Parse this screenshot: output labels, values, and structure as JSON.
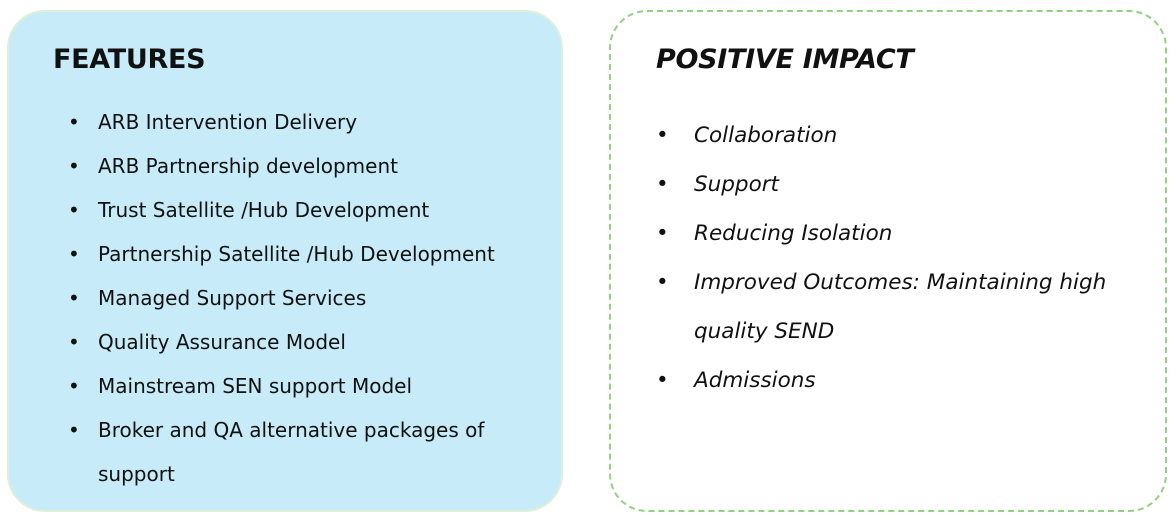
{
  "features": {
    "title": "FEATURES",
    "items": [
      {
        "bullet": "•",
        "text": "ARB Intervention Delivery"
      },
      {
        "bullet": "•",
        "text": "ARB Partnership development"
      },
      {
        "bullet": "•",
        "text": "Trust Satellite /Hub Development"
      },
      {
        "bullet": "•",
        "text": "Partnership Satellite /Hub Development"
      },
      {
        "bullet": "•",
        "text": "Managed Support Services"
      },
      {
        "bullet": "•",
        "text": "Quality Assurance Model"
      },
      {
        "bullet": "•",
        "text": "Mainstream SEN support Model"
      },
      {
        "bullet": "•",
        "text": "Broker and QA alternative packages of support"
      }
    ]
  },
  "positive_impact": {
    "title": "POSITIVE IMPACT",
    "items": [
      {
        "bullet": "•",
        "text": "Collaboration"
      },
      {
        "bullet": "•",
        "text": "Support"
      },
      {
        "bullet": "•",
        "text": "Reducing Isolation"
      },
      {
        "bullet": "•",
        "text": "Improved Outcomes: Maintaining high quality SEND"
      },
      {
        "bullet": "•",
        "text": "Admissions"
      }
    ]
  },
  "colors": {
    "features_fill": "#c7ebf8",
    "features_border": "#dff0d8",
    "impact_border": "#8fd37f",
    "text": "#111111"
  }
}
